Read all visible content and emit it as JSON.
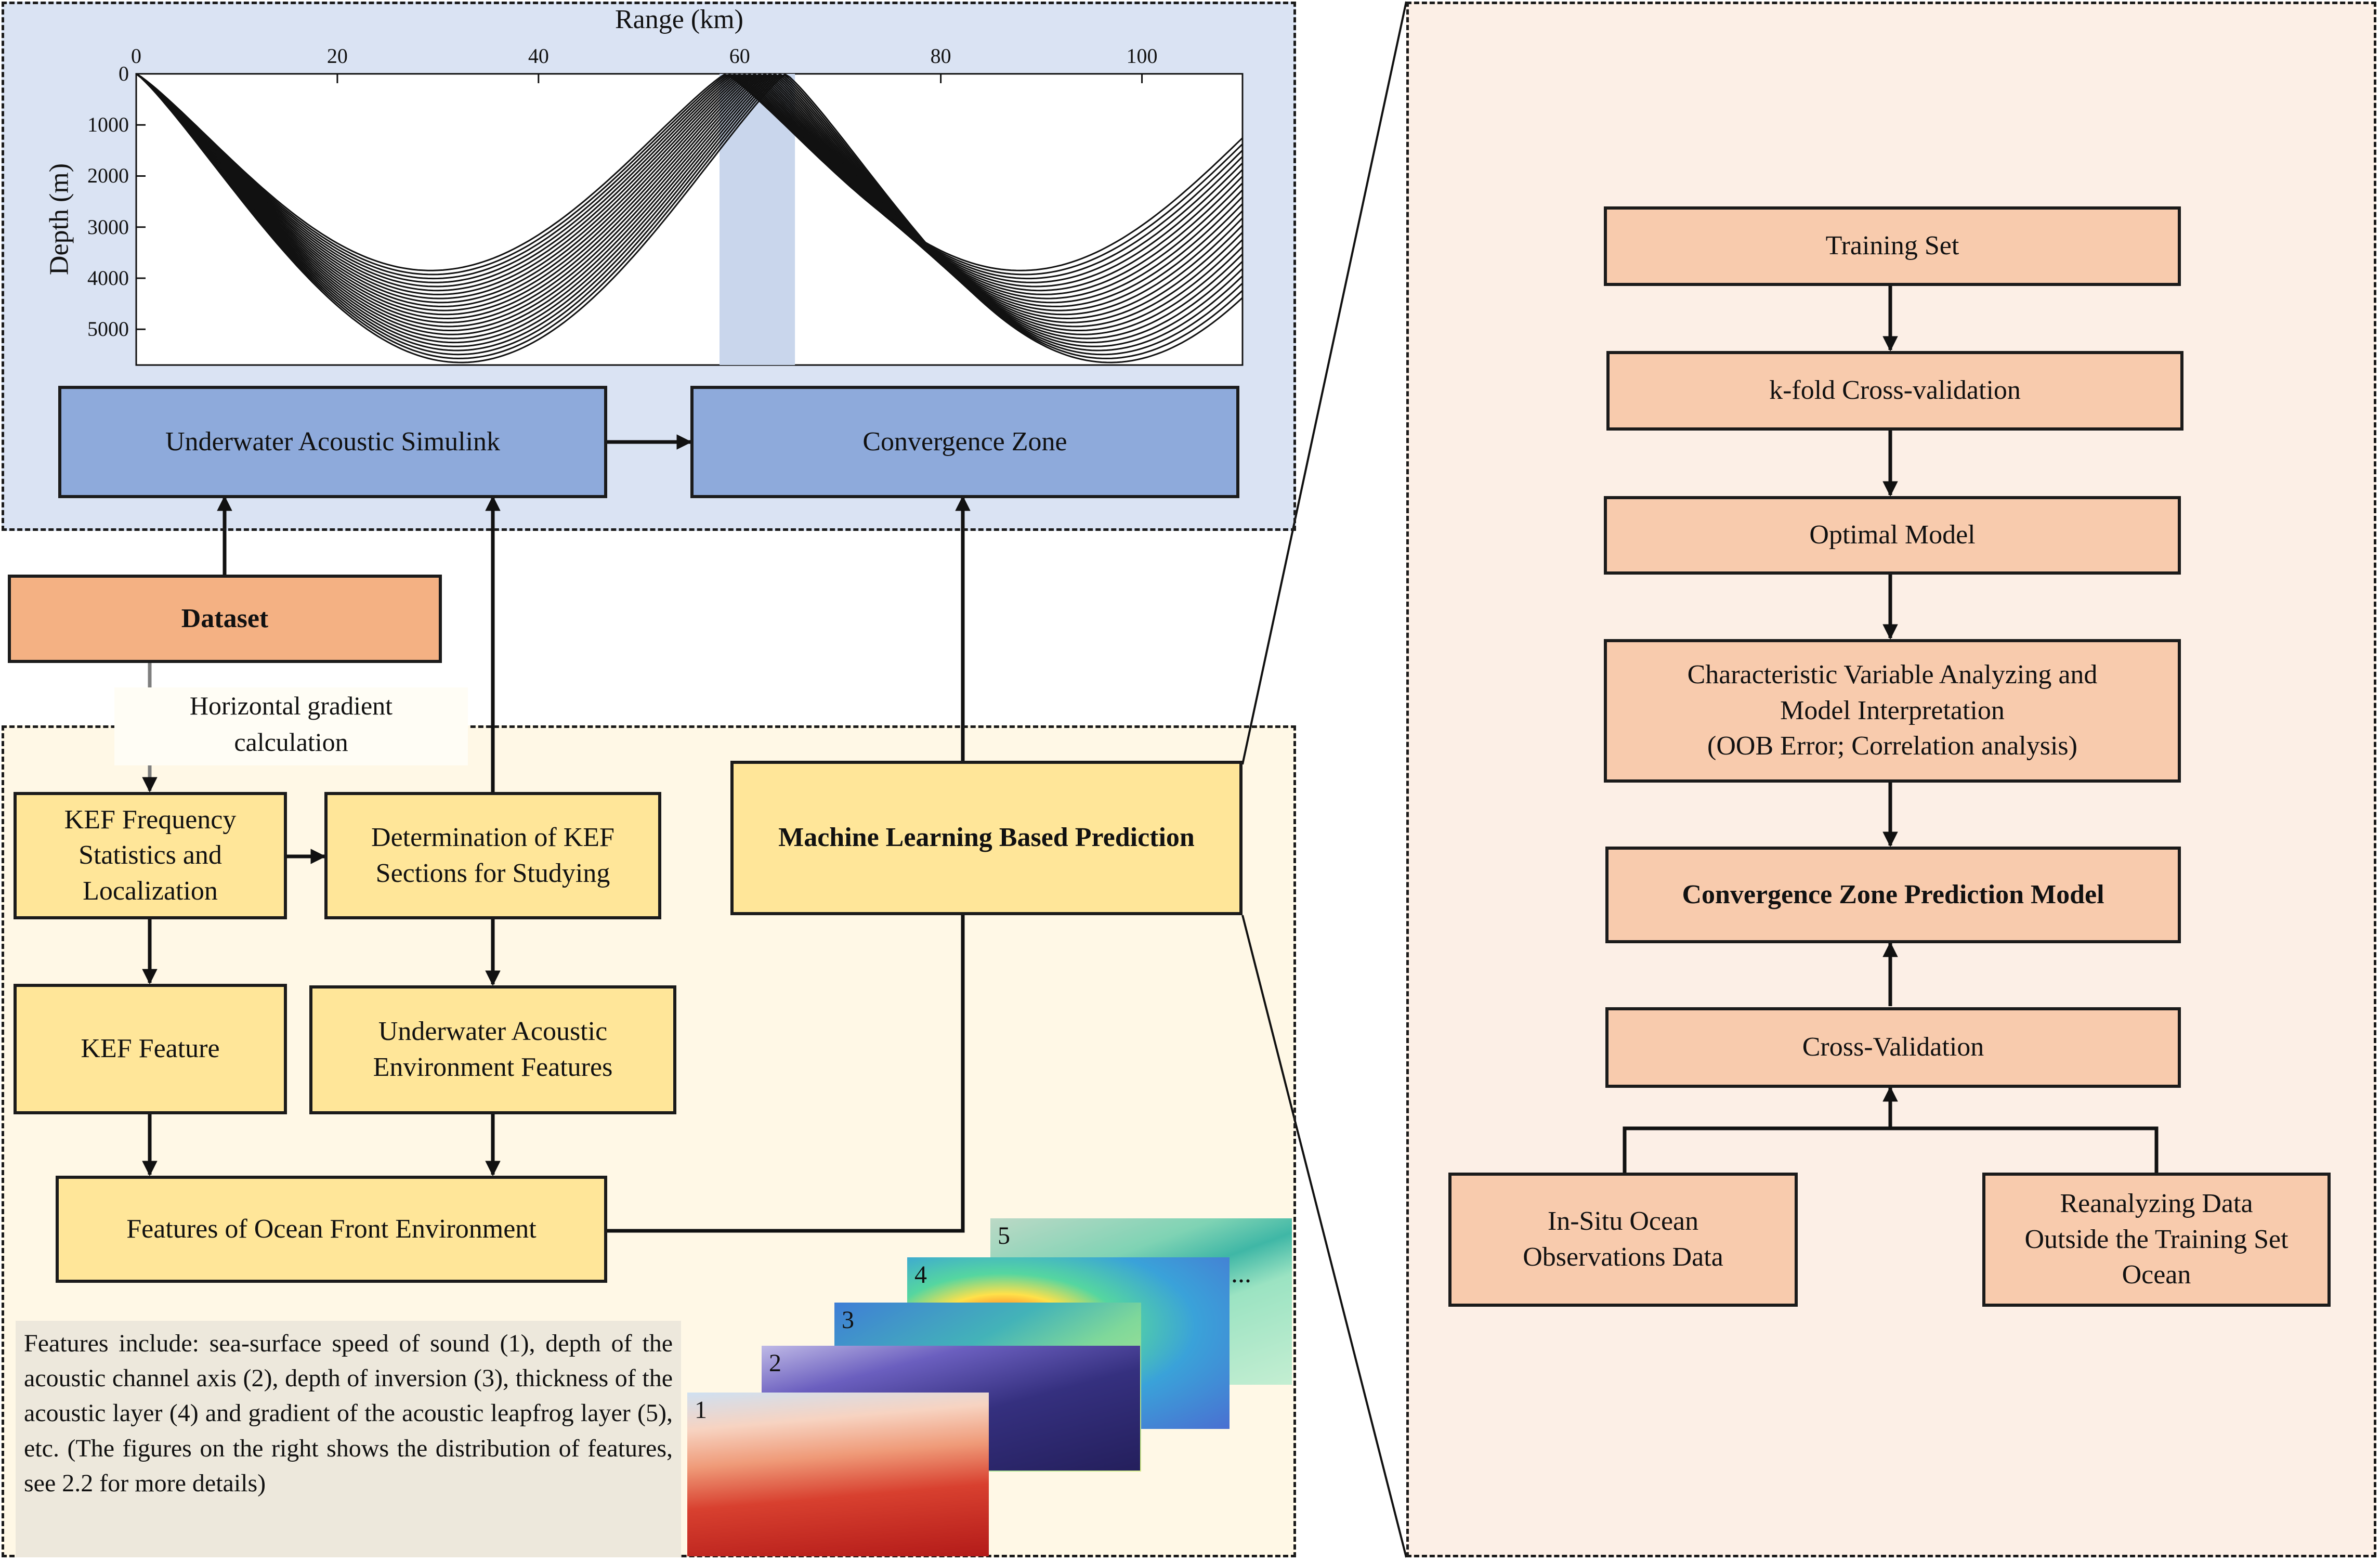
{
  "chart_data": {
    "type": "line",
    "xlabel": "Range (km)",
    "ylabel": "Depth (m)",
    "xlim": [
      0,
      110
    ],
    "ylim": [
      5700,
      0
    ],
    "x_ticks": [
      "0",
      "20",
      "40",
      "60",
      "80",
      "100"
    ],
    "y_ticks": [
      "0",
      "1000",
      "2000",
      "3000",
      "4000",
      "5000"
    ],
    "shaded_range_km": [
      58,
      65.5
    ],
    "ray_count": 24,
    "source_depth": 0,
    "first_convergence_km": 59.5,
    "turning_depth_range": [
      3850,
      5650
    ]
  },
  "boxes": {
    "simulink": "Underwater Acoustic Simulink",
    "convergence_zone": "Convergence Zone",
    "dataset": "Dataset",
    "horizontal_gradient": "Horizontal gradient\ncalculation",
    "kef_freq": "KEF Frequency\nStatistics and\nLocalization",
    "kef_sections": "Determination of KEF\nSections for Studying",
    "kef_feature": "KEF Feature",
    "uae_features": "Underwater Acoustic\nEnvironment Features",
    "ocean_front": "Features of Ocean Front Environment",
    "ml_prediction": "Machine Learning Based Prediction"
  },
  "note": "Features include: sea-surface speed of sound (1), depth of the acoustic channel axis (2), depth of inversion (3), thickness of the acoustic layer (4) and gradient of the acoustic leapfrog layer (5), etc. (The figures on the right shows the distribution of features, see 2.2 for more details)",
  "maps": [
    "1",
    "2",
    "3",
    "4",
    "5"
  ],
  "maps_more": "...",
  "right_panel": {
    "training_set": "Training Set",
    "kfold": "k-fold Cross-validation",
    "optimal_model": "Optimal Model",
    "characteristic": "Characteristic Variable Analyzing and\nModel Interpretation\n(OOB Error; Correlation analysis)",
    "cz_model": "Convergence Zone Prediction Model",
    "cross_validation": "Cross-Validation",
    "in_situ": "In-Situ Ocean\nObservations Data",
    "reanalyzing": "Reanalyzing Data\nOutside the Training Set\nOcean"
  },
  "colors": {
    "blue_region": "#dae3f3",
    "yellow_region": "#fff8e6",
    "peach_region": "#fcefe6",
    "blue_box": "#8eaadb",
    "orange_box": "#f4b183",
    "yellow_box": "#ffe699",
    "peach_box": "#f8cbad",
    "shaded_band": "#c9d6ec"
  }
}
